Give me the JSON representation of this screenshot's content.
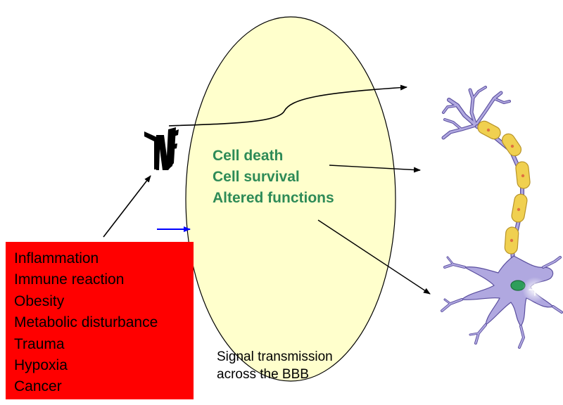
{
  "causes": {
    "items": [
      "Inflammation",
      "Immune reaction",
      "Obesity",
      "Metabolic disturbance",
      "Trauma",
      "Hypoxia",
      "Cancer"
    ]
  },
  "effects": {
    "items": [
      "Cell death",
      "Cell survival",
      "Altered functions"
    ]
  },
  "caption": {
    "line1": "Signal transmission",
    "line2": "across the BBB"
  },
  "tnf_label": "TNF",
  "colors": {
    "cause_box": "#ff0000",
    "bbb_ellipse": "#ffffcc",
    "effects_text": "#2e8b57",
    "neuron_body": "#b0a8e0",
    "myelin": "#f0d050",
    "nucleus": "#2e9e5a",
    "blue_arrow": "#0000ff"
  }
}
